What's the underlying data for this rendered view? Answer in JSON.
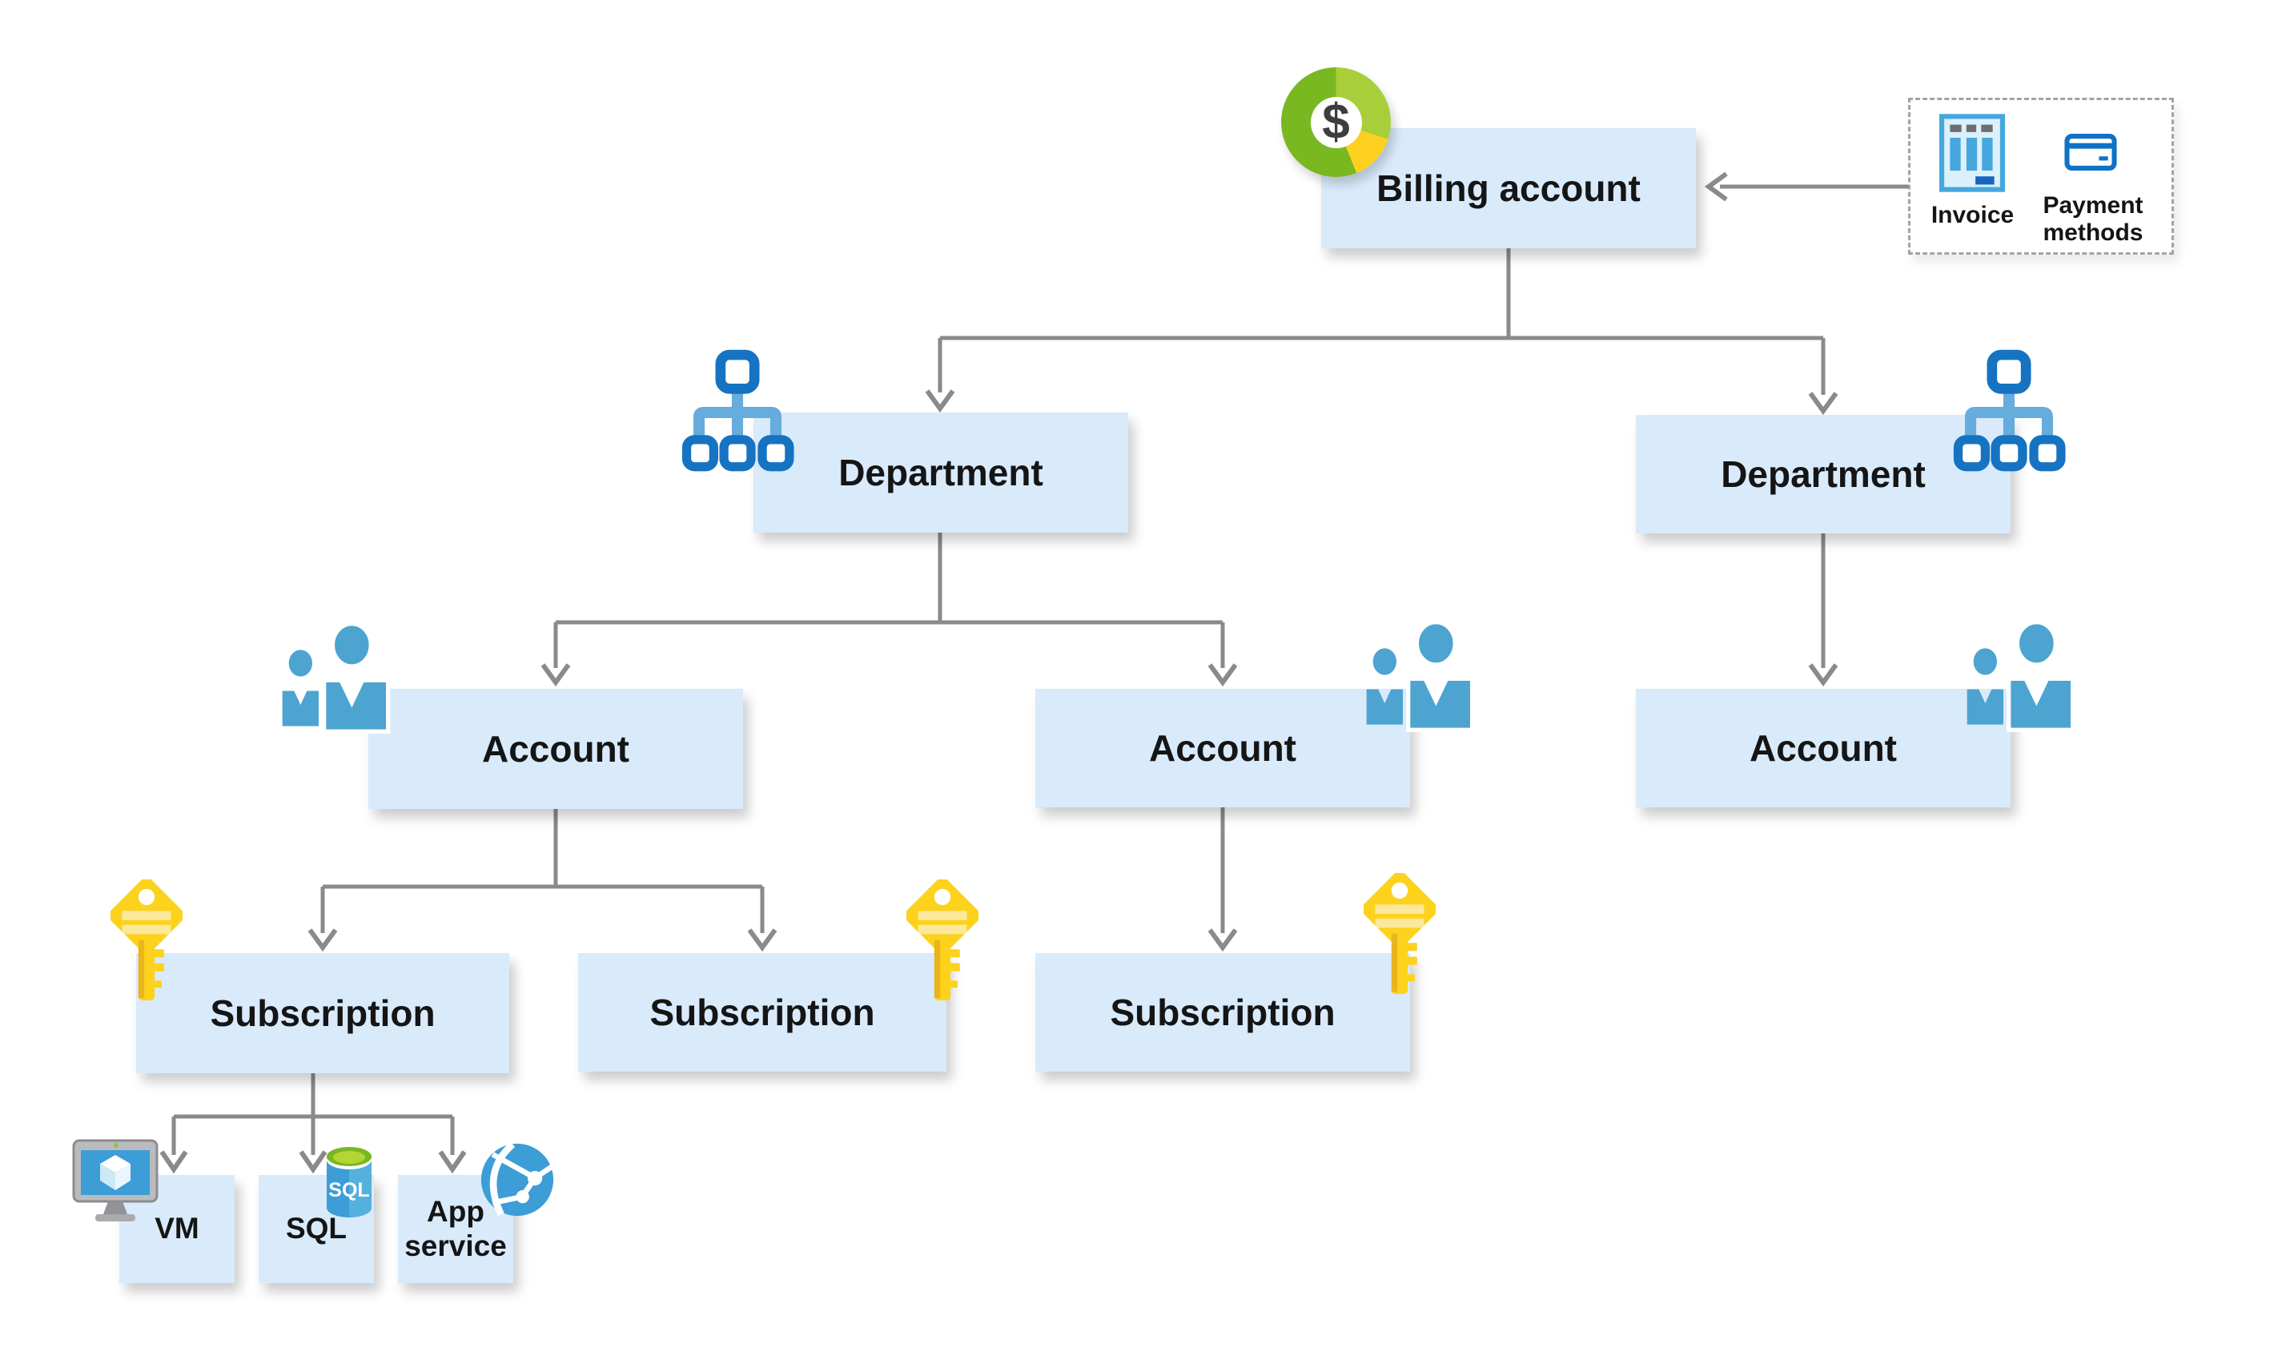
{
  "nodes": {
    "billing_account": {
      "label": "Billing account"
    },
    "department_left": {
      "label": "Department"
    },
    "department_right": {
      "label": "Department"
    },
    "account_left": {
      "label": "Account"
    },
    "account_middle": {
      "label": "Account"
    },
    "account_right": {
      "label": "Account"
    },
    "subscription_left": {
      "label": "Subscription"
    },
    "subscription_middle_left": {
      "label": "Subscription"
    },
    "subscription_middle": {
      "label": "Subscription"
    },
    "vm": {
      "label": "VM"
    },
    "sql": {
      "label": "SQL"
    },
    "app_service": {
      "label": "App service"
    }
  },
  "legend": {
    "invoice": {
      "label": "Invoice"
    },
    "payment_methods": {
      "label": "Payment methods"
    }
  },
  "icons": {
    "dollar": "$",
    "sql_text": "SQL"
  },
  "colors": {
    "node_fill": "#d9eafb",
    "node_text": "#151515",
    "connector_gray": "#8a8a8a",
    "dashed_border": "#a3a3a3",
    "people_blue": "#4da4d0",
    "org_dark_blue": "#1673c1",
    "org_light_blue": "#66acdc",
    "key_yellow": "#fcd21d",
    "key_stripe": "#fbe89a",
    "key_shaft_dark": "#eab41c",
    "donut_green_dark": "#79b821",
    "donut_green_light": "#a8ce39",
    "donut_yellow": "#fdd020",
    "azure_blue": "#3d9dd6",
    "invoice_blue": "#45a7de",
    "invoice_dark_bar": "#1566c0",
    "card_blue": "#1072c6",
    "monitor_gray": "#b9bbbe"
  }
}
